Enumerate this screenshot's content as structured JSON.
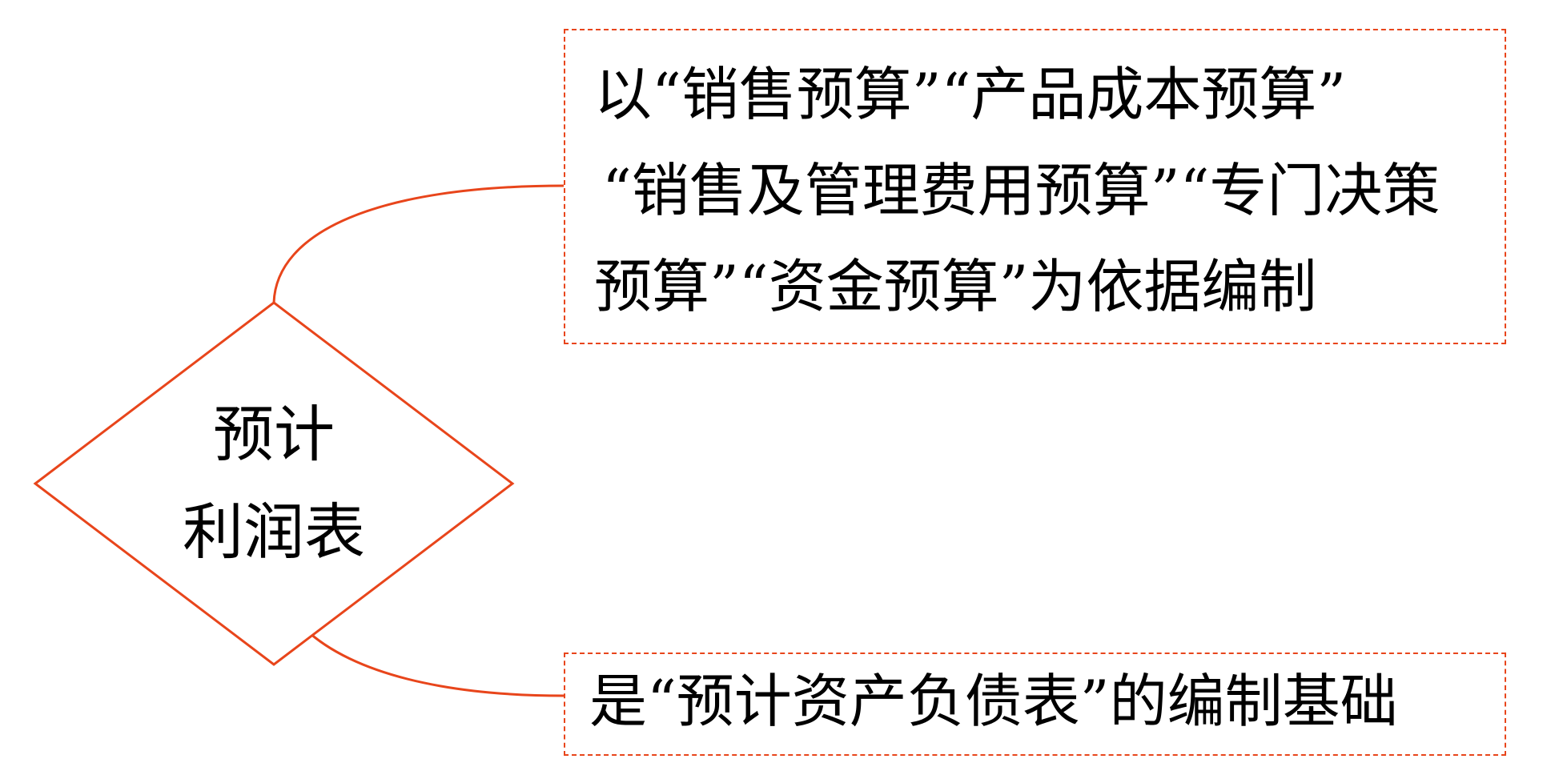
{
  "diagram": {
    "accent_color": "#E8451B",
    "center_node": {
      "shape": "diamond",
      "lines": [
        "预计",
        "利润表"
      ],
      "text": "预计利润表"
    },
    "branches": [
      {
        "position": "upper",
        "text": "以“销售预算”“产品成本预算”“销售及管理费用预算”“专门决策预算”“资金预算”为依据编制",
        "lines": [
          "以“销售预算”“产品成本预算”",
          "“销售及管理费用预算”“专门决策",
          "预算”“资金预算”为依据编制"
        ]
      },
      {
        "position": "lower",
        "text": "是“预计资产负债表”的编制基础",
        "lines": [
          "是“预计资产负债表”的编制基础"
        ]
      }
    ]
  }
}
